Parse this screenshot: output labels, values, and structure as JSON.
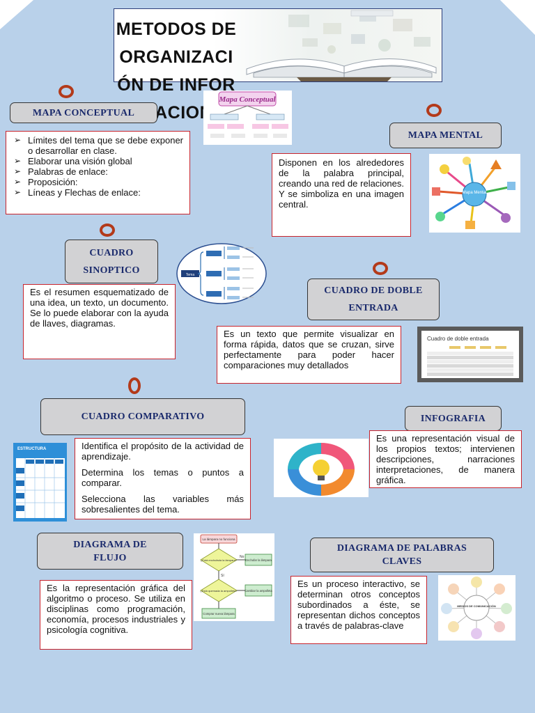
{
  "title": "METODOS DE ORGANIZACIÓN DE INFORMACION",
  "colors": {
    "background": "#b9d1ea",
    "header_fill": "#d2d2d4",
    "box_border": "#c8232c",
    "header_text": "#1a2a6c",
    "ring": "#b33a1a"
  },
  "sections": {
    "mapa_conceptual": {
      "heading": "MAPA CONCEPTUAL",
      "items": [
        "Límites del tema que se debe exponer o desarrollar en clase.",
        "Elaborar una visión global",
        "Palabras de enlace:",
        "Proposición:",
        "Líneas y Flechas de enlace:"
      ]
    },
    "mapa_mental": {
      "heading": "MAPA MENTAL",
      "text": "Disponen en los alrededores de la palabra principal, creando una red de relaciones. Y se simboliza en una imagen central."
    },
    "cuadro_sinoptico": {
      "heading": "CUADRO SINOPTICO",
      "text": "Es el resumen esquematizado de una idea, un texto, un documento. Se lo puede elaborar con la ayuda de llaves, diagramas."
    },
    "cuadro_doble_entrada": {
      "heading": "CUADRO DE DOBLE ENTRADA",
      "text": "Es un texto que permite visualizar en forma rápida, datos que se cruzan, sirve perfectamente para poder hacer comparaciones muy detallados",
      "image_title": "Cuadro de doble entrada"
    },
    "cuadro_comparativo": {
      "heading": "CUADRO COMPARATIVO",
      "paragraphs": [
        "Identifica el propósito de la actividad de aprendizaje.",
        "Determina los temas o puntos a comparar.",
        "Selecciona las variables más sobresalientes del tema."
      ]
    },
    "infografia": {
      "heading": "INFOGRAFIA",
      "text": "Es una representación visual de los propios textos; intervienen descripciones, narraciones interpretaciones, de manera gráfica."
    },
    "diagrama_flujo": {
      "heading": "DIAGRAMA DE FLUJO",
      "text": "Es la representación gráfica del algoritmo o proceso. Se utiliza en disciplinas como programación, economía, procesos industriales y psicología cognitiva."
    },
    "diagrama_palabras_claves": {
      "heading": "DIAGRAMA DE PALABRAS CLAVES",
      "text": "Es un proceso interactivo, se determinan otros conceptos subordinados a éste, se representan dichos conceptos a través de palabras-clave"
    }
  },
  "thumbnails": {
    "mapa_conceptual_logo": "Mapa Conceptual",
    "mapa_mental_center": "Mapa Mental",
    "sinoptico_label": "Tema",
    "comparativo_label": "ESTRUCTURA",
    "flujo_nodes": [
      "La lámpara no funciona",
      "¿Está enchufada la lámpara?",
      "Enchufar la lámpara",
      "¿Está quemada la ampolleta?",
      "Cambiar la ampolleta",
      "Comprar nueva lámpara"
    ],
    "flujo_yes": "Sí",
    "flujo_no": "No",
    "palabras_center": "MEDIOS DE COMUNICACIÓN"
  }
}
